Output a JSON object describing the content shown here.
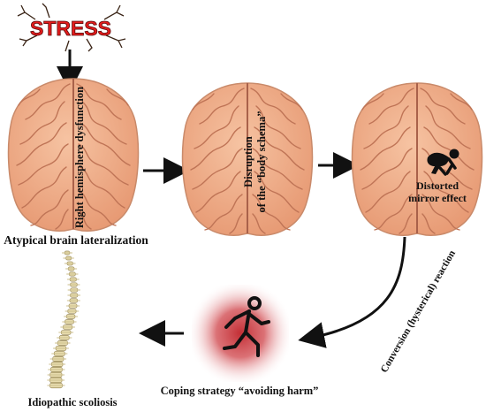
{
  "stress": {
    "label": "STRESS",
    "color": "#e41b1b",
    "crack_color": "#3a2416"
  },
  "brains": [
    {
      "id": "lateralization",
      "text_lines": [
        "Right hemisphere dysfunction"
      ],
      "caption": "Atypical brain lateralization"
    },
    {
      "id": "body-schema",
      "text_lines": [
        "Disruption",
        "of the “body schema”"
      ],
      "caption": ""
    },
    {
      "id": "mirror",
      "text_lines": [
        "Distorted",
        "mirror effect"
      ],
      "icon": "crouching-person-icon",
      "caption": ""
    }
  ],
  "curve_label": "Conversion (hysterical) reaction",
  "coping": {
    "label": "Coping strategy “avoiding harm”",
    "icon": "running-person-icon",
    "glow_color": "#c0242b"
  },
  "spine": {
    "label": "Idiopathic scoliosis",
    "color": "#e8dcae"
  },
  "colors": {
    "brain_fill": "#f0ae86",
    "brain_fold": "#bf7456",
    "brain_outline": "#c98a6a",
    "arrow": "#111111"
  }
}
